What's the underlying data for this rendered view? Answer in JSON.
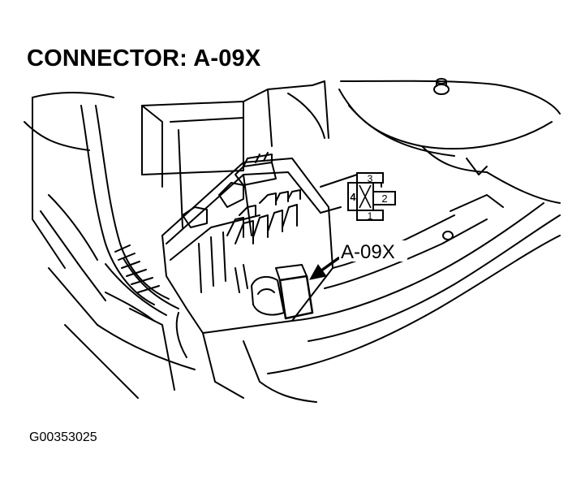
{
  "header": {
    "title": "CONNECTOR: A-09X"
  },
  "connector": {
    "callout_label": "A-09X",
    "pins": {
      "top": "3",
      "left": "4",
      "right": "2",
      "bottom": "1"
    }
  },
  "footer": {
    "figure_id": "G00353025"
  },
  "colors": {
    "line": "#000000",
    "background": "#ffffff"
  }
}
